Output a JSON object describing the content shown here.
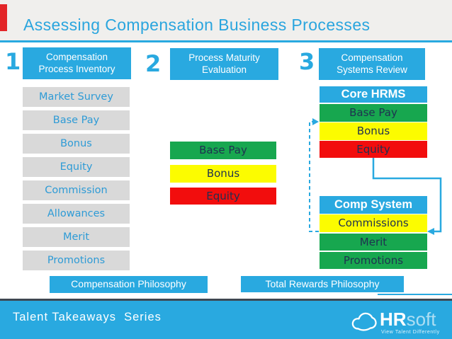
{
  "title": "Assessing Compensation Business Processes",
  "steps": [
    {
      "number": "1",
      "header_line1": "Compensation",
      "header_line2": "Process Inventory"
    },
    {
      "number": "2",
      "header_line1": "Process Maturity",
      "header_line2": "Evaluation"
    },
    {
      "number": "3",
      "header_line1": "Compensation",
      "header_line2": "Systems Review"
    }
  ],
  "inventory_items": [
    "Market Survey",
    "Base Pay",
    "Bonus",
    "Equity",
    "Commission",
    "Allowances",
    "Merit",
    "Promotions"
  ],
  "maturity_items": [
    {
      "label": "Base Pay",
      "color": "#17A74F"
    },
    {
      "label": "Bonus",
      "color": "#FCFC00"
    },
    {
      "label": "Equity",
      "color": "#F20D0D"
    }
  ],
  "systems_review": {
    "core_hrms": {
      "title": "Core HRMS",
      "items": [
        {
          "label": "Base Pay",
          "color": "#17A74F"
        },
        {
          "label": "Bonus",
          "color": "#FCFC00"
        },
        {
          "label": "Equity",
          "color": "#F20D0D"
        }
      ]
    },
    "comp_system": {
      "title": "Comp System",
      "items": [
        {
          "label": "Commissions",
          "color": "#FCFC00"
        },
        {
          "label": "Merit",
          "color": "#17A74F"
        },
        {
          "label": "Promotions",
          "color": "#17A74F"
        }
      ]
    }
  },
  "philosophies": [
    "Compensation Philosophy",
    "Total Rewards Philosophy"
  ],
  "footer": {
    "series": "Talent Takeaways  Series",
    "logo_hr": "HR",
    "logo_soft": "soft",
    "logo_tagline": "View Talent Differently"
  },
  "colors": {
    "cyan": "#29A9E0",
    "green": "#17A74F",
    "yellow": "#FCFC00",
    "red": "#F20D0D",
    "gray_box": "#D9D9D9",
    "gray_box_text": "#2E9BD6",
    "header_band": "#F0EFED",
    "red_accent": "#E32528",
    "footer_border": "#3E4852",
    "dark_box_text": "#1F3150"
  }
}
